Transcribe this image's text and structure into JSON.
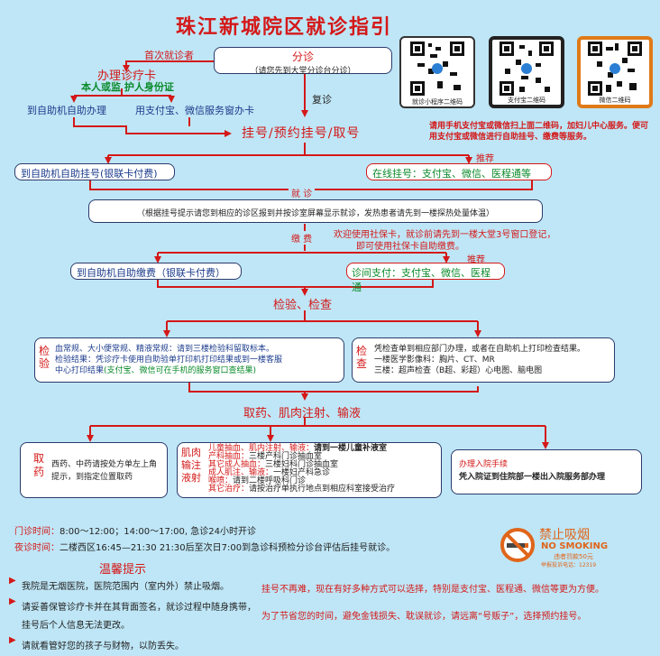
{
  "title": "珠江新城院区就诊指引",
  "qr": {
    "captions": [
      "就诊小程序二维码",
      "支付宝二维码",
      "微信二维码"
    ],
    "note": "请用手机支付宝或微信扫上面二维码，加妇儿中心服务。便可用支付宝或微信进行自助挂号、缴费等服务。"
  },
  "step1": {
    "first_visit": "首次就诊者",
    "fenzhen": "分诊",
    "fenzhen_note": "（请您先到大堂分诊台分诊）",
    "card_title": "办理诊疗卡",
    "id_note": "本人或监 护人身份证",
    "self_machine": "到自助机自助办理",
    "alipay_card": "用支付宝、微信服务窗办卡",
    "return_visit": "复诊"
  },
  "reg": {
    "title": "挂号/预约挂号/取号",
    "self_reg": "到自助机自助挂号(银联卡付费)",
    "recommend": "推荐",
    "online_reg": "在线挂号：支付宝、微信、医程通等"
  },
  "consult": {
    "label": "就 诊",
    "note": "（根据挂号提示请您到相应的诊区报到并按诊室屏幕显示就诊，发热患者请先到一楼探热处量体温）"
  },
  "pay": {
    "label": "缴 费",
    "insurance_note_1": "欢迎使用社保卡，就诊前请先到一楼大堂3号窗口登记，",
    "insurance_note_2": "即可使用社保卡自助缴费。",
    "self_pay": "到自助机自助缴费（银联卡付费）",
    "recommend": "推荐",
    "online_pay": "诊间支付：支付宝、微信、医程通"
  },
  "exam": {
    "title": "检验、检查",
    "lab_label": "检验",
    "lab_line1": "血常规、大小便常规、精液常规：请到三楼检验科留取标本。",
    "lab_line2": "检验结果：凭诊疗卡使用自助验单打印机打印结果或到一楼客服",
    "lab_line3a": "中心打印结果",
    "lab_line3b": "(支付宝、微信可在手机的服务窗口查结果)",
    "check_label": "检查",
    "check_line1": "凭检查单到相应部门办理，或者在自助机上打印检查结果。",
    "check_line2": "一楼医学影像科：胸片、CT、MR",
    "check_line3": "三楼：超声检查（B超、彩超）心电图、脑电图"
  },
  "treat": {
    "title": "取药、肌肉注射、输液",
    "med_label": "取药",
    "med_line1": "西药、中药请按处方单左上角",
    "med_line2": "提示，到指定位置取药",
    "inj_label": "肌肉输注液射",
    "inj_rows": [
      {
        "a": "儿童抽血、肌内注射、输液：",
        "b": "请到一楼儿童补液室"
      },
      {
        "a": "产科抽血：",
        "b": "三楼产科门诊抽血室"
      },
      {
        "a": "其它成人抽血：",
        "b": "三楼妇科门诊抽血室"
      },
      {
        "a": "成人肌注、输液：",
        "b": "一楼妇产科急诊"
      },
      {
        "a": "喉喷：",
        "b": "请到二楼呼吸科门诊"
      },
      {
        "a": "其它治疗：",
        "b": "请按治疗单执行地点到相应科室接受治疗"
      }
    ],
    "admit_title": "办理入院手续",
    "admit_text": "凭入院证到住院部一楼出入院服务部办理"
  },
  "hours": {
    "clinic_label": "门诊时间：",
    "clinic_value": "8:00～12:00；14:00～17:00, 急诊24小时开诊",
    "night_label": "夜诊时间：",
    "night_value": "二楼西区16:45—21:30  21:30后至次日7:00到急诊科预检分诊台评估后挂号就诊。"
  },
  "nosmoke": {
    "cn": "禁止吸烟",
    "en": "NO SMOKING",
    "fine": "违者罚款50元",
    "hotline": "举报投诉电话：12319"
  },
  "tips": {
    "title": "温馨提示",
    "items": [
      "我院是无烟医院，医院范围内（室内外）禁止吸烟。",
      "请妥善保管诊疗卡并在其背面签名，就诊过程中随身携带，挂号后个人信息无法更改。",
      "请就看管好您的孩子与财物，以防丢失。"
    ],
    "right_1": "挂号不再难，现在有好多种方式可以选择，特别是支付宝、医程通、微信等更为方便。",
    "right_2": "为了节省您的时间，避免金钱损失、耽误就诊，请远离“号贩子”，选择预约挂号。"
  },
  "colors": {
    "background": "#bfe6f6",
    "accent_red": "#d41818",
    "green": "#0a8a2a",
    "line": "#d41818"
  }
}
